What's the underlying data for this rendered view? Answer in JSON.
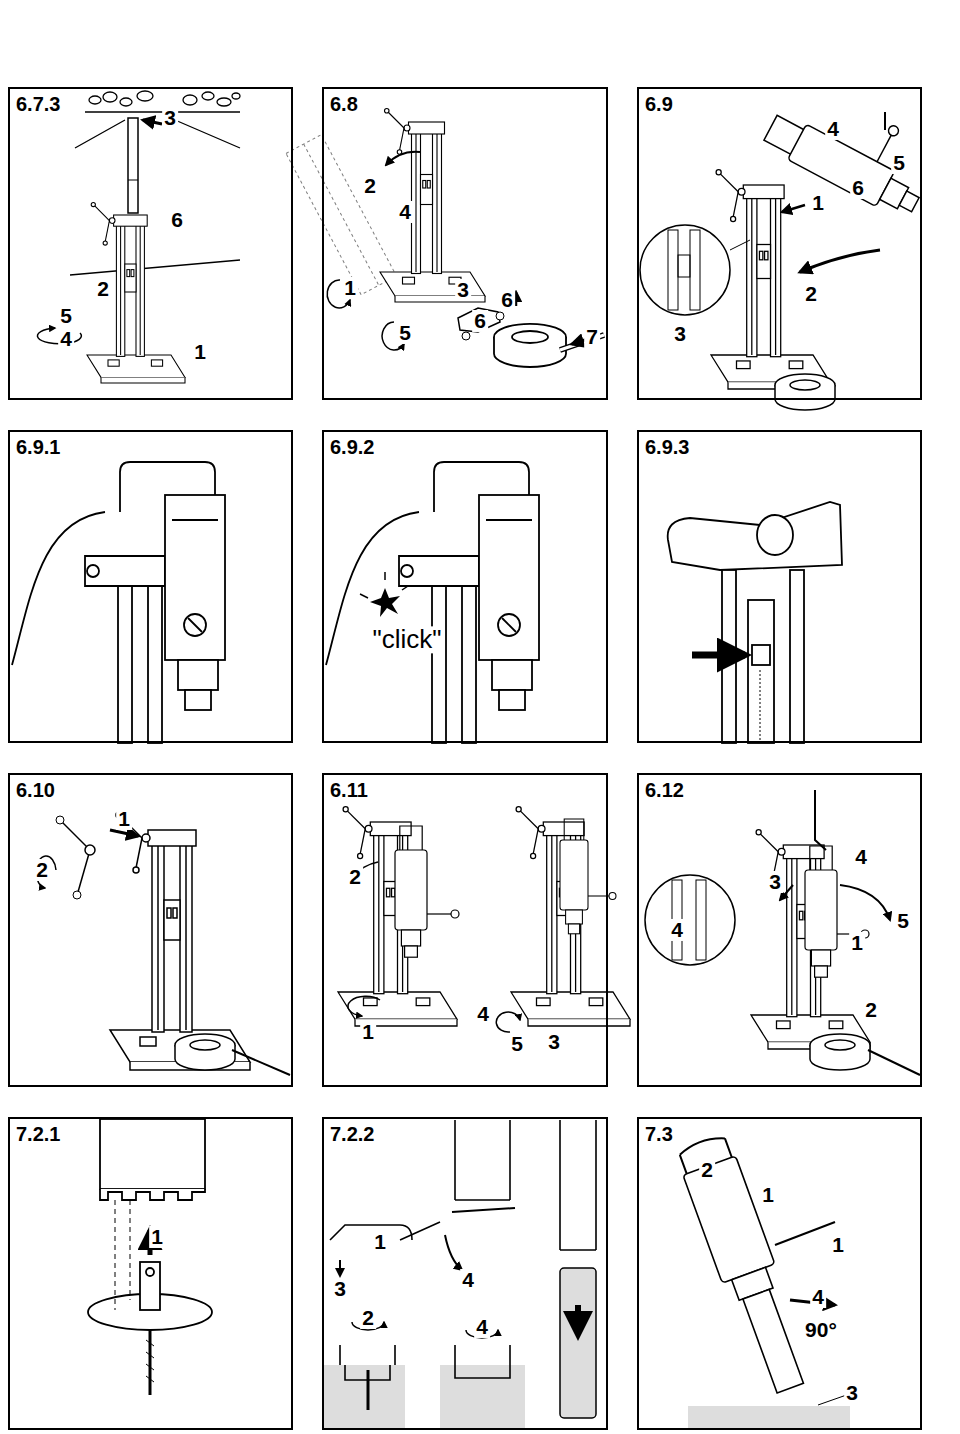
{
  "diagram": {
    "nodes": [
      {
        "text": [
          "6.7.3"
        ]
      },
      {
        "text": [
          "6.8"
        ]
      },
      {
        "text": [
          "6.9"
        ]
      },
      {
        "text": [
          "6.9.1"
        ]
      },
      {
        "text": [
          "6.9.2"
        ]
      },
      {
        "text": [
          "6.9.3"
        ]
      },
      {
        "text": [
          "6.10"
        ]
      },
      {
        "text": [
          "6.11"
        ]
      },
      {
        "text": [
          "6.12"
        ]
      },
      {
        "text": [
          "7.2.1"
        ]
      },
      {
        "text": [
          "7.2.2"
        ]
      },
      {
        "text": [
          "7.3"
        ]
      }
    ],
    "labels": [
      "3",
      "6",
      "2",
      "5",
      "4",
      "1",
      "2",
      "4",
      "1",
      "3",
      "6",
      "5",
      "6",
      "7",
      "4",
      "5",
      "1",
      "6",
      "2",
      "3",
      "\"click\"",
      "1",
      "2",
      "2",
      "1",
      "4",
      "5",
      "3",
      "4",
      "3",
      "5",
      "4",
      "1",
      "2",
      "1",
      "1",
      "3",
      "2",
      "4",
      "4",
      "2",
      "1",
      "1",
      "4",
      "90°",
      "3"
    ]
  }
}
